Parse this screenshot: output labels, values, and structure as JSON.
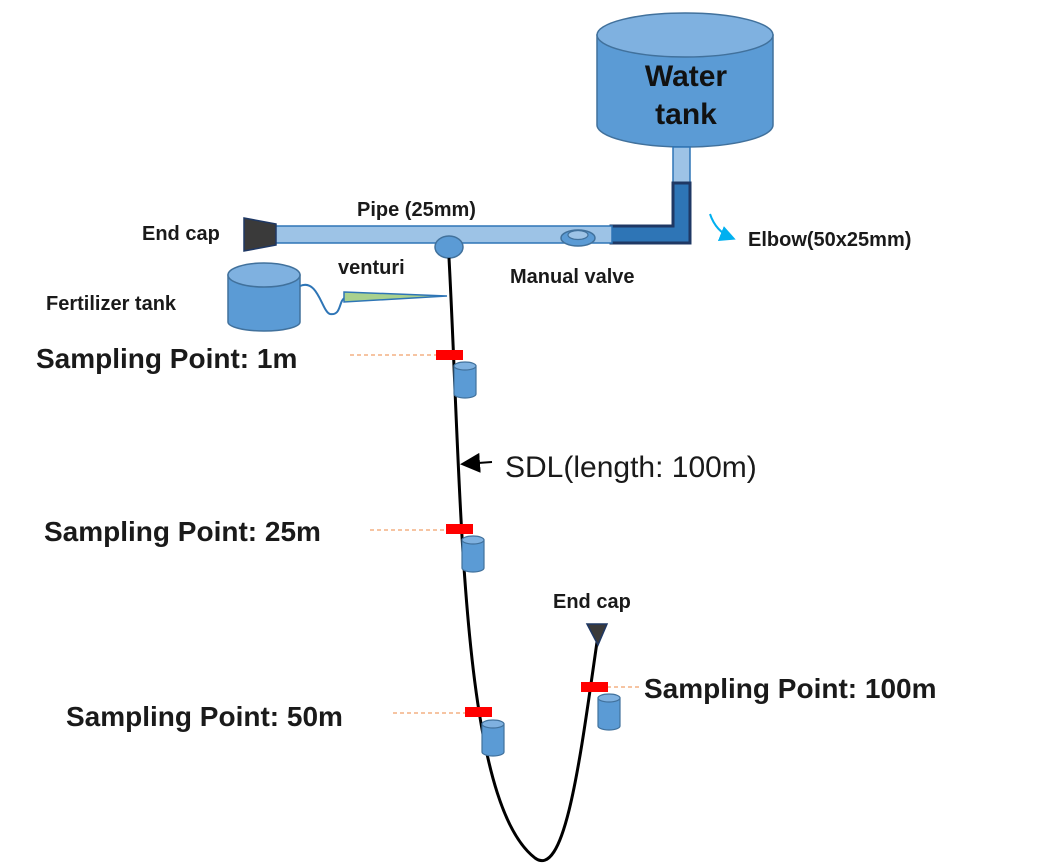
{
  "labels": {
    "water_tank_line1": "Water",
    "water_tank_line2": "tank",
    "pipe": "Pipe (25mm)",
    "end_cap_main": "End cap",
    "elbow": "Elbow(50x25mm)",
    "venturi": "venturi",
    "manual_valve": "Manual valve",
    "fertilizer_tank": "Fertilizer tank",
    "sdl": "SDL(length: 100m)",
    "end_cap_sdl": "End cap"
  },
  "sampling_points": [
    {
      "label": "Sampling Point: 1m"
    },
    {
      "label": "Sampling Point: 25m"
    },
    {
      "label": "Sampling Point: 50m"
    },
    {
      "label": "Sampling Point: 100m"
    }
  ],
  "colors": {
    "tank_fill": "#5b9bd5",
    "tank_stroke": "#41719c",
    "pipe_fill": "#9dc3e6",
    "pipe_stroke": "#2e75b6",
    "elbow_stroke": "#1f3864",
    "end_cap": "#3a3a3a",
    "sdl_line": "#000000",
    "marker_red": "#ff0000",
    "leader_orange": "#f4b183",
    "elbow_arrow": "#00b0f0",
    "venturi_green": "#a9d18e"
  }
}
